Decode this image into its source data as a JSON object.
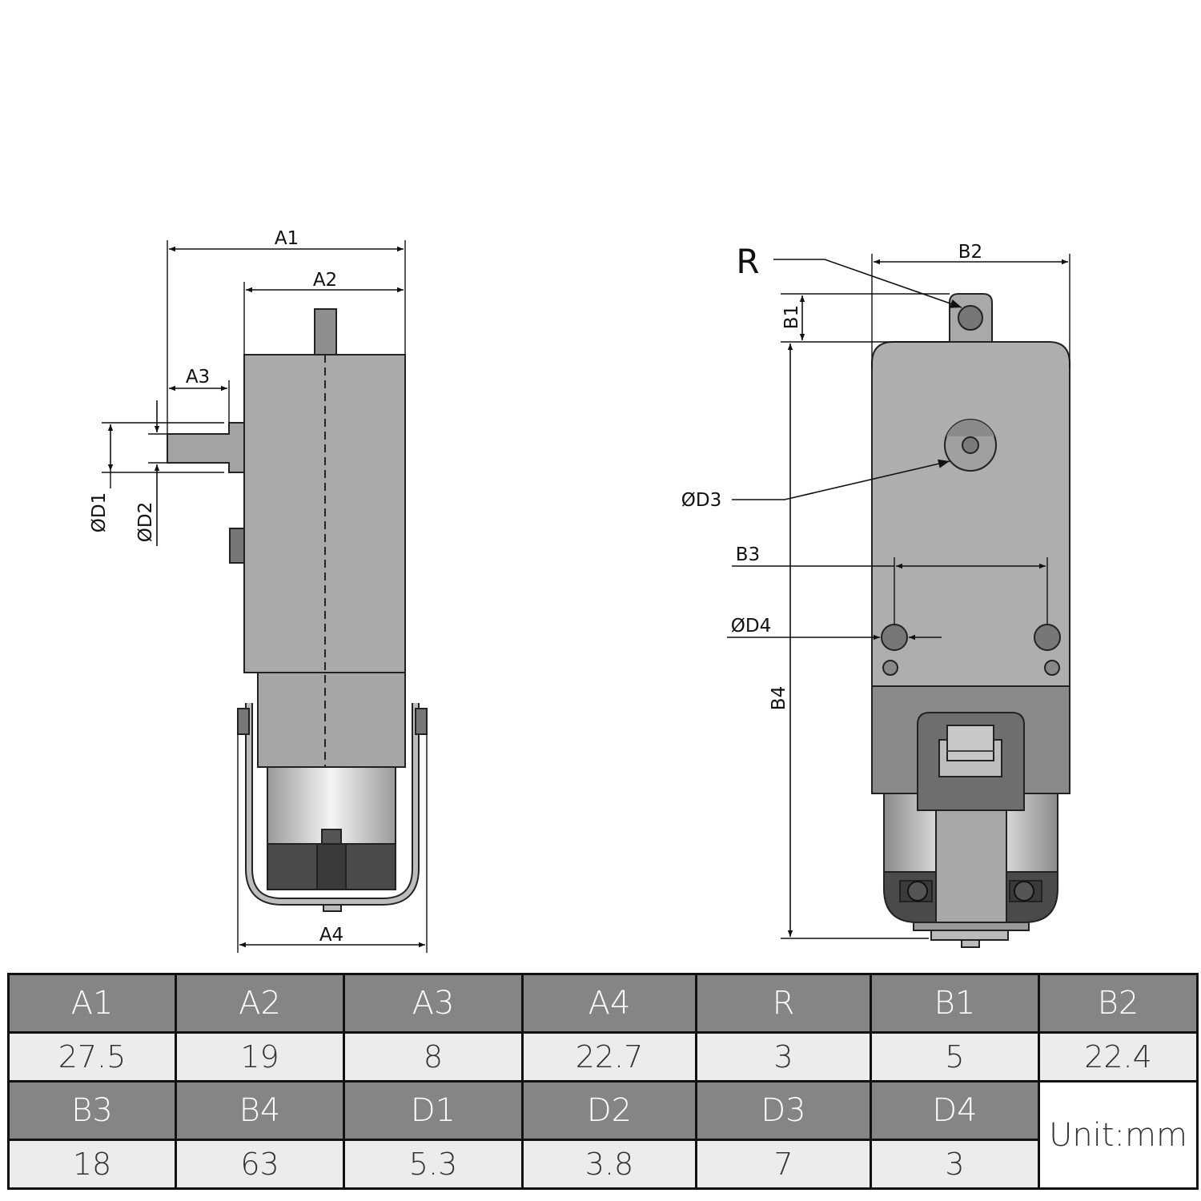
{
  "labels": {
    "a1": "A1",
    "a2": "A2",
    "a3": "A3",
    "a4": "A4",
    "d1": "ØD1",
    "d2": "ØD2",
    "r": "R",
    "b1": "B1",
    "b2": "B2",
    "b3": "B3",
    "b4": "B4",
    "d3": "ØD3",
    "d4": "ØD4"
  },
  "table": {
    "row1_headers": [
      "A1",
      "A2",
      "A3",
      "A4",
      "R",
      "B1",
      "B2"
    ],
    "row1_values": [
      "27.5",
      "19",
      "8",
      "22.7",
      "3",
      "5",
      "22.4"
    ],
    "row2_headers": [
      "B3",
      "B4",
      "D1",
      "D2",
      "D3",
      "D4"
    ],
    "row2_values": [
      "18",
      "63",
      "5.3",
      "3.8",
      "7",
      "3"
    ],
    "unit": "Unit:mm"
  }
}
